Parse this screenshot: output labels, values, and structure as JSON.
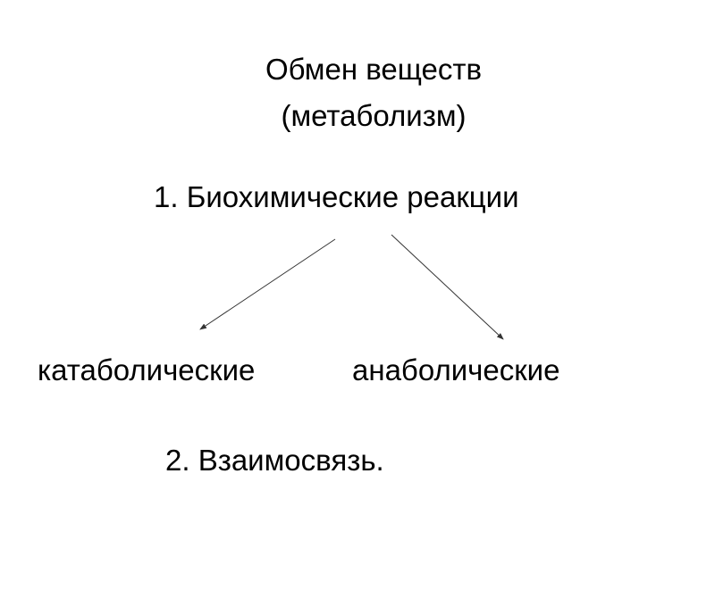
{
  "title": {
    "line1": "Обмен веществ",
    "line2": "(метаболизм)"
  },
  "items": {
    "first": "1. Биохимические реакции",
    "second": "2. Взаимосвязь."
  },
  "branches": {
    "left": "катаболические",
    "right": "анаболические"
  },
  "colors": {
    "text": "#000000",
    "arrow": "#333333",
    "background": "#ffffff"
  }
}
